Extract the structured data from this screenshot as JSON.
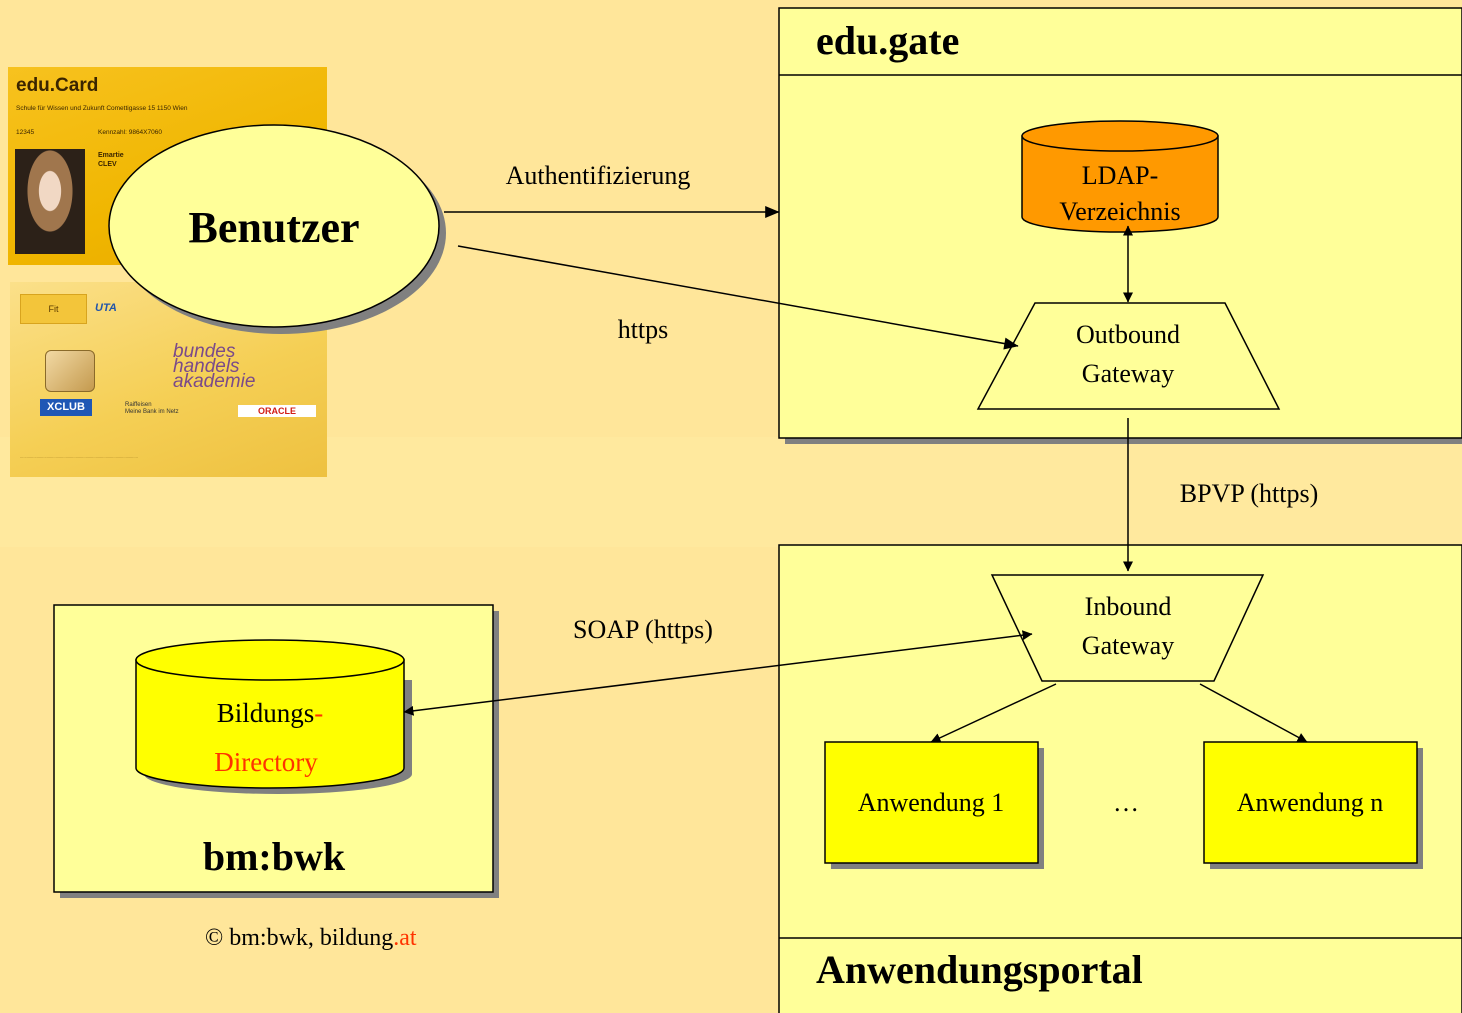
{
  "colors": {
    "background": "#ffe69a",
    "panel": "#ffff99",
    "app_box": "#ffff00",
    "ldap_cylinder": "#ff9900",
    "gateway": "#ffff99",
    "highlight_text": "#ff3300"
  },
  "edugate": {
    "title": "edu.gate"
  },
  "ldap": {
    "line1": "LDAP-",
    "line2": "Verzeichnis"
  },
  "outbound": {
    "line1": "Outbound",
    "line2": "Gateway"
  },
  "inbound": {
    "line1": "Inbound",
    "line2": "Gateway"
  },
  "user": {
    "label": "Benutzer"
  },
  "links": {
    "auth": "Authentifizierung",
    "https": "https",
    "bpvp": "BPVP (https)",
    "soap": "SOAP (https)"
  },
  "bmbwk": {
    "title": "bm:bwk",
    "db_line1": "Bildungs",
    "db_hyphen": "-",
    "db_line2": "Directory"
  },
  "portal": {
    "title": "Anwendungsportal",
    "app1": "Anwendung 1",
    "ellipsis": "…",
    "appn": "Anwendung n"
  },
  "copyright": {
    "prefix": "© bm:bwk, bildung",
    "suffix": ".at"
  },
  "card1": {
    "title": "edu.Card",
    "school": "Schule für Wissen und Zukunft Comettigasse 15 1150 Wien",
    "number": "12345",
    "kennzahl": "Kennzahl: 9864X7060",
    "name_line1": "Emartie",
    "name_line2": "CLEV"
  },
  "card2": {
    "fit": "Fit",
    "uta": "UTA",
    "bha_line1": "bundes",
    "bha_line2": "handels",
    "bha_line3": "akademie",
    "xclub": "XCLUB",
    "raiffeisen_line1": "Raiffeisen",
    "raiffeisen_line2": "Meine Bank im Netz",
    "oracle": "ORACLE"
  }
}
